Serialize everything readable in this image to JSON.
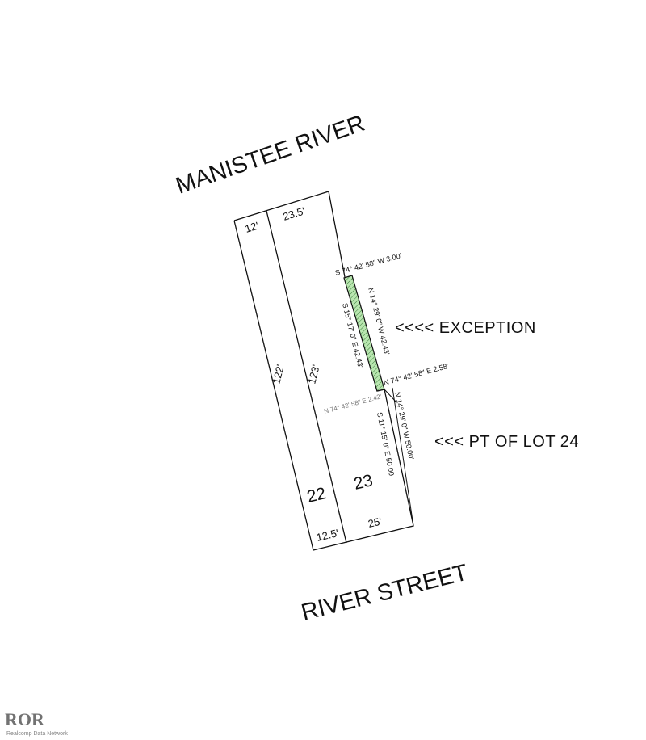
{
  "roads": {
    "north": "MANISTEE RIVER",
    "south": "RIVER STREET"
  },
  "frontages": {
    "lot22_north": "12'",
    "lot23_north": "23.5'",
    "lot22_south": "12.5'",
    "lot23_south": "25'"
  },
  "depths": {
    "lot22": "122'",
    "lot23": "123'"
  },
  "lots": {
    "lot22": "22",
    "lot23": "23"
  },
  "bearings": {
    "exception_top": "S 74° 42' 58\" W  3.00'",
    "exception_left": "S 15° 17' 0\" E  42.43'",
    "exception_right": "N 14° 29' 0\" W  42.43'",
    "exception_bottom": "N 74° 42' 58\" E  2.58'",
    "lot24_top": "N 74° 42' 58\" E  2.42'",
    "lot24_left": "S 11° 15' 0\" E  50.00",
    "lot24_right": "N 14° 29' 0\" W  50.00'"
  },
  "callouts": {
    "exception": "<<<<  EXCEPTION",
    "lot24": "<<<  PT OF LOT 24"
  },
  "watermark": {
    "logo": "ROR",
    "line": "Realcomp Data Network"
  },
  "colors": {
    "exception_fill": "#b9e6b0",
    "exception_hatch": "#3a7d3a",
    "ink": "#111111"
  }
}
